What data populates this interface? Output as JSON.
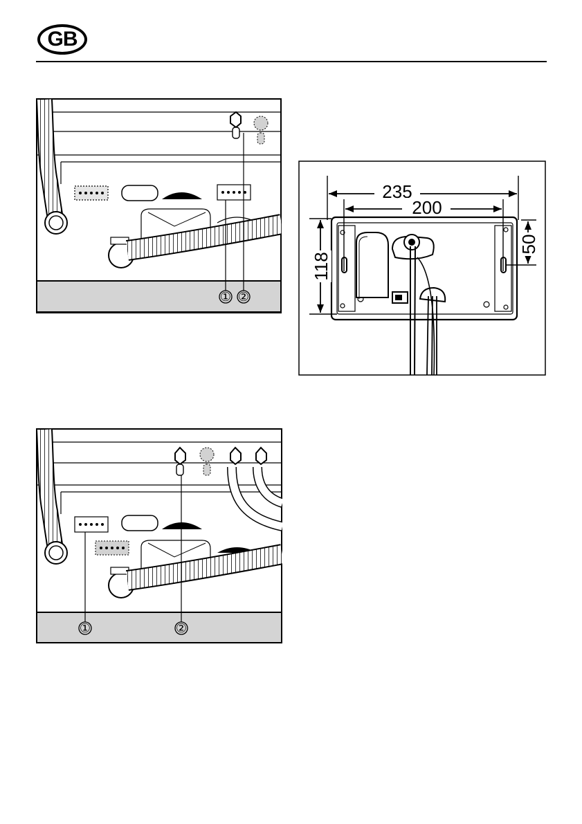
{
  "header": {
    "country_badge": "GB"
  },
  "figure_top_left": {
    "callouts": [
      "①",
      "②"
    ]
  },
  "figure_bottom_left": {
    "callouts": [
      "①",
      "②"
    ]
  },
  "figure_dimensions": {
    "dim_235": "235",
    "dim_200": "200",
    "dim_118": "118",
    "dim_50": "50"
  }
}
